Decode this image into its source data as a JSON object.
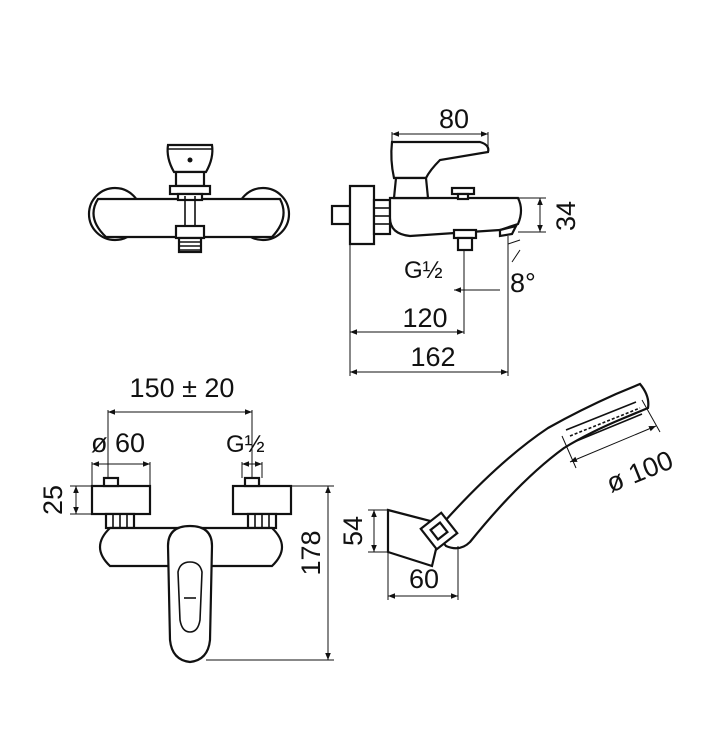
{
  "colors": {
    "line": "#111111",
    "background": "#ffffff"
  },
  "views": {
    "front_top": {
      "name": "front-view-top"
    },
    "side": {
      "dim_80": "80",
      "dim_34": "34",
      "dim_thread": "G½",
      "dim_angle": "8°",
      "dim_120": "120",
      "dim_162": "162"
    },
    "front_bottom": {
      "dim_spacing": "150 ± 20",
      "dim_diameter": "ø 60",
      "dim_thread": "G½",
      "dim_25": "25",
      "dim_178": "178"
    },
    "hand_shower": {
      "dim_diameter": "ø 100",
      "dim_54": "54",
      "dim_60": "60"
    }
  }
}
